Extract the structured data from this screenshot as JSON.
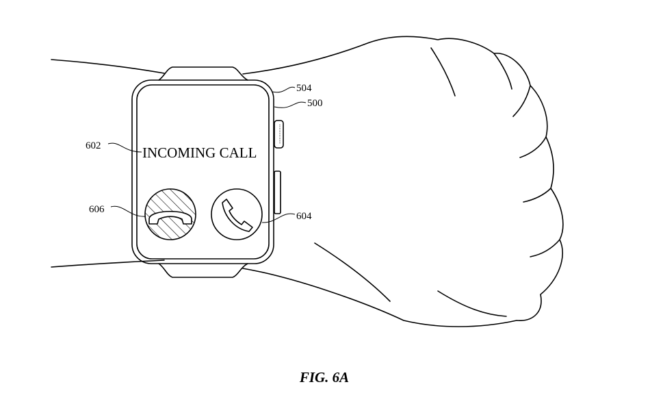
{
  "figure": {
    "caption": "FIG. 6A",
    "screen_text": "INCOMING CALL",
    "reference_labels": {
      "display": "504",
      "device": "500",
      "incoming_call_text": "602",
      "decline_button": "606",
      "accept_button": "604"
    },
    "icons": [
      "phone-hangup-icon",
      "phone-accept-icon"
    ]
  }
}
